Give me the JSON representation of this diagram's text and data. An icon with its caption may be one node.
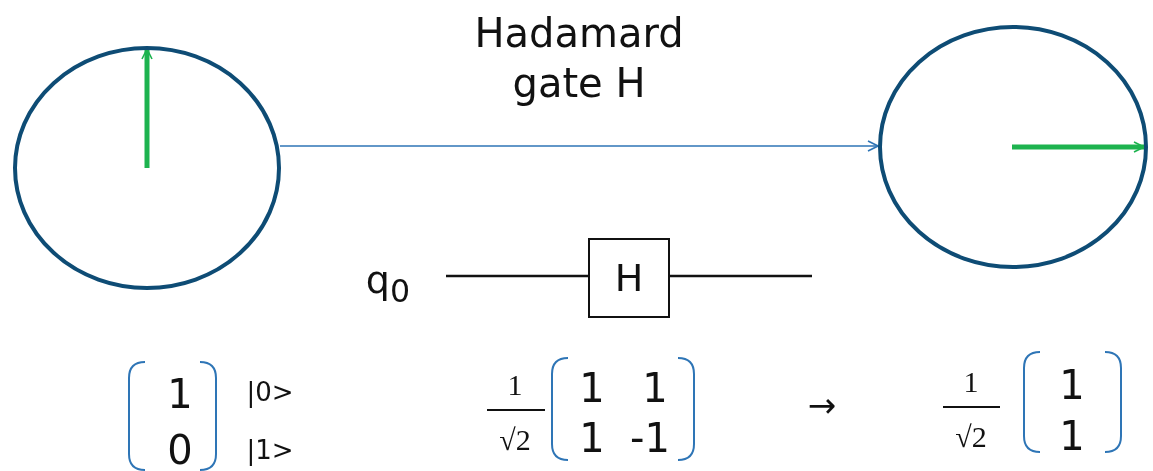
{
  "diagram": {
    "nodes": [
      {
        "text": [],
        "shape": "circle"
      },
      {
        "text": [],
        "shape": "circle"
      },
      {
        "text": [
          "q$_{0}$"
        ]
      },
      {
        "text": [
          "H"
        ]
      }
    ],
    "edges": [
      {
        "from": 0,
        "to": 1,
        "arrow": "to",
        "label": "Hadamard gate H",
        "color": "#2e75b6"
      },
      {
        "from": 2,
        "to": 3,
        "arrow": "none"
      },
      {
        "from": 3,
        "to": null,
        "arrow": "none"
      }
    ],
    "labels": [
      "1",
      "0",
      "|0>",
      "|1>",
      "1",
      "√2",
      "1",
      "1",
      "1",
      "-1",
      "→",
      "1",
      "√2",
      "1",
      "1"
    ]
  }
}
